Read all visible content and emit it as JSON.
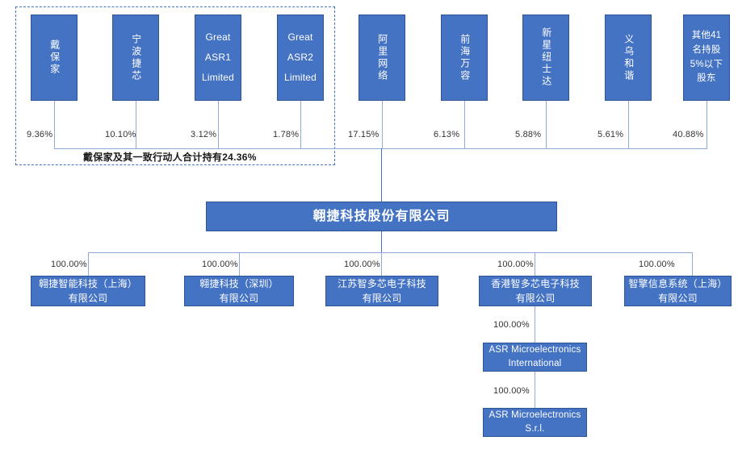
{
  "chart_data": {
    "type": "diagram",
    "title": "翱捷科技股份有限公司 股权结构图",
    "company": "翱捷科技股份有限公司",
    "shareholders": [
      {
        "name": "戴保家",
        "pct": "9.36%",
        "concert_party": true
      },
      {
        "name": "宁波捷芯",
        "pct": "10.10%",
        "concert_party": true
      },
      {
        "name": "Great ASR1 Limited",
        "lines": [
          "Great",
          "ASR1",
          "Limited"
        ],
        "pct": "3.12%",
        "concert_party": true
      },
      {
        "name": "Great ASR2 Limited",
        "lines": [
          "Great",
          "ASR2",
          "Limited"
        ],
        "pct": "1.78%",
        "concert_party": true
      },
      {
        "name": "阿里网络",
        "pct": "17.15%",
        "concert_party": false
      },
      {
        "name": "前海万容",
        "pct": "6.13%",
        "concert_party": false
      },
      {
        "name": "新星纽士达",
        "pct": "5.88%",
        "concert_party": false
      },
      {
        "name": "义乌和谐",
        "pct": "5.61%",
        "concert_party": false
      },
      {
        "name": "其他41名持股5%以下股东",
        "lines": [
          "其他41",
          "名持股",
          "5%以下",
          "股东"
        ],
        "pct": "40.88%",
        "concert_party": false
      }
    ],
    "concert_party_label": "戴保家及其一致行动人合计持有24.36%",
    "subsidiaries": [
      {
        "name": "翱捷智能科技（上海）有限公司",
        "lines": [
          "翱捷智能科技（上海）",
          "有限公司"
        ],
        "pct": "100.00%"
      },
      {
        "name": "翱捷科技（深圳）有限公司",
        "lines": [
          "翱捷科技（深圳）",
          "有限公司"
        ],
        "pct": "100.00%"
      },
      {
        "name": "江苏智多芯电子科技有限公司",
        "lines": [
          "江苏智多芯电子科技",
          "有限公司"
        ],
        "pct": "100.00%"
      },
      {
        "name": "香港智多芯电子科技有限公司",
        "lines": [
          "香港智多芯电子科技",
          "有限公司"
        ],
        "pct": "100.00%"
      },
      {
        "name": "智擎信息系统（上海）有限公司",
        "lines": [
          "智擎信息系统（上海）",
          "有限公司"
        ],
        "pct": "100.00%"
      }
    ],
    "sub_subsidiaries": [
      {
        "name": "ASR Microelectronics International",
        "lines": [
          "ASR Microelectronics",
          "International"
        ],
        "pct": "100.00%",
        "parent": "香港智多芯电子科技有限公司"
      },
      {
        "name": "ASR  Microelectronics S.r.l.",
        "lines": [
          "ASR  Microelectronics",
          "S.r.l."
        ],
        "pct": "100.00%",
        "parent": "ASR Microelectronics International"
      }
    ],
    "colors": {
      "box_fill": "#4573c4",
      "box_border": "#2e5597",
      "connector": "#8faadc",
      "connector_strong": "#4573c4",
      "text_on_box": "#ffffff",
      "label_text": "#333333",
      "background": "#ffffff"
    }
  }
}
